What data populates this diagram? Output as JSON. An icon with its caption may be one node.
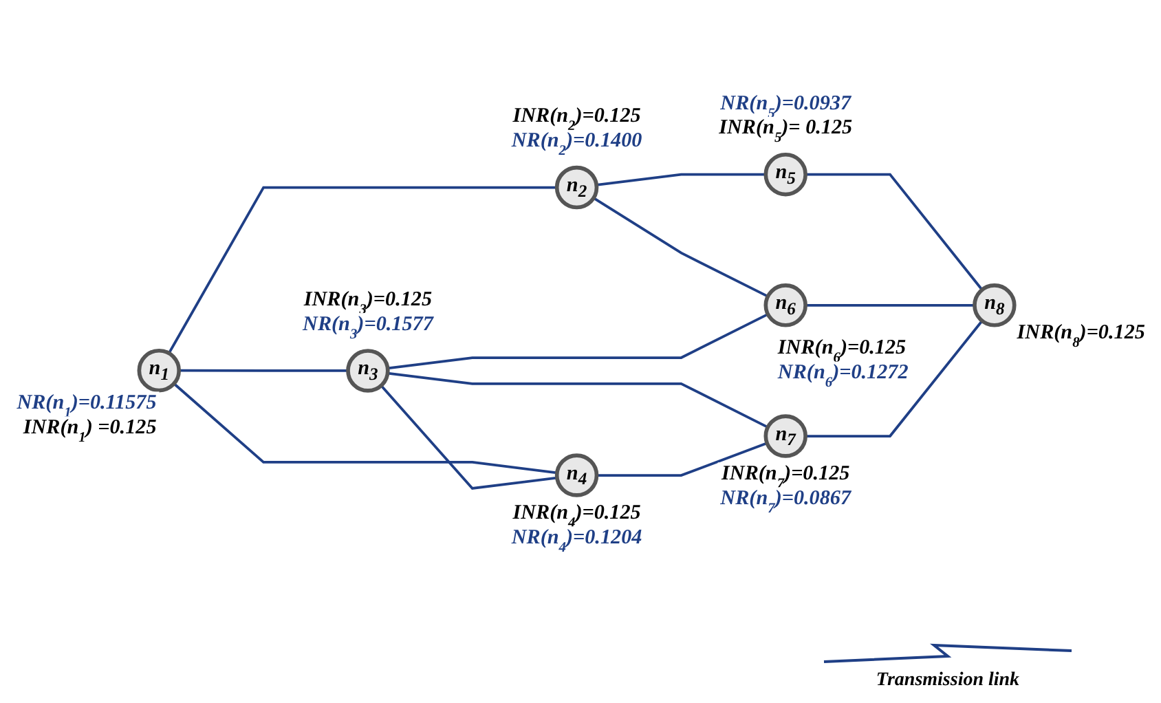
{
  "diagram": {
    "nodes": [
      {
        "text": [
          "n$_{1}$"
        ],
        "beside": [
          "NR(n$_{1}$)=0.11575",
          "INR(n$_{1}$) =0.125"
        ]
      },
      {
        "text": [
          "n$_{2}$"
        ],
        "beside": [
          "INR(n$_{2}$)=0.125",
          "NR(n$_{2}$)=0.1400"
        ]
      },
      {
        "text": [
          "n$_{3}$"
        ],
        "beside": [
          "INR(n$_{3}$)=0.125",
          "NR(n$_{3}$)=0.1577"
        ]
      },
      {
        "text": [
          "n$_{4}$"
        ],
        "beside": [
          "INR(n$_{4}$)=0.125",
          "NR(n$_{4}$)=0.1204"
        ]
      },
      {
        "text": [
          "n$_{5}$"
        ],
        "beside": [
          "NR(n$_{5}$)=0.0937",
          "INR(n$_{5}$)= 0.125"
        ]
      },
      {
        "text": [
          "n$_{6}$"
        ],
        "beside": [
          "INR(n$_{6}$)=0.125",
          "NR(n$_{6}$)=0.1272"
        ]
      },
      {
        "text": [
          "n$_{7}$"
        ],
        "beside": [
          "INR(n$_{7}$)=0.125",
          "NR(n$_{7}$)=0.0867"
        ]
      },
      {
        "text": [
          "n$_{8}$"
        ],
        "beside": [
          "INR(n$_{8}$)=0.125"
        ]
      }
    ],
    "edges": [
      {
        "from": 0,
        "to": 1,
        "arrow": "none"
      },
      {
        "from": 0,
        "to": 2,
        "arrow": "none"
      },
      {
        "from": 0,
        "to": 3,
        "arrow": "none"
      },
      {
        "from": 1,
        "to": 4,
        "arrow": "none"
      },
      {
        "from": 1,
        "to": 5,
        "arrow": "none"
      },
      {
        "from": 2,
        "to": 5,
        "arrow": "none"
      },
      {
        "from": 2,
        "to": 3,
        "arrow": "none"
      },
      {
        "from": 2,
        "to": 6,
        "arrow": "none"
      },
      {
        "from": 3,
        "to": 6,
        "arrow": "none"
      },
      {
        "from": 4,
        "to": 7,
        "arrow": "none"
      },
      {
        "from": 5,
        "to": 7,
        "arrow": "none"
      },
      {
        "from": 6,
        "to": 7,
        "arrow": "none"
      }
    ],
    "legend": [
      {
        "text": "Transmission link"
      }
    ]
  }
}
